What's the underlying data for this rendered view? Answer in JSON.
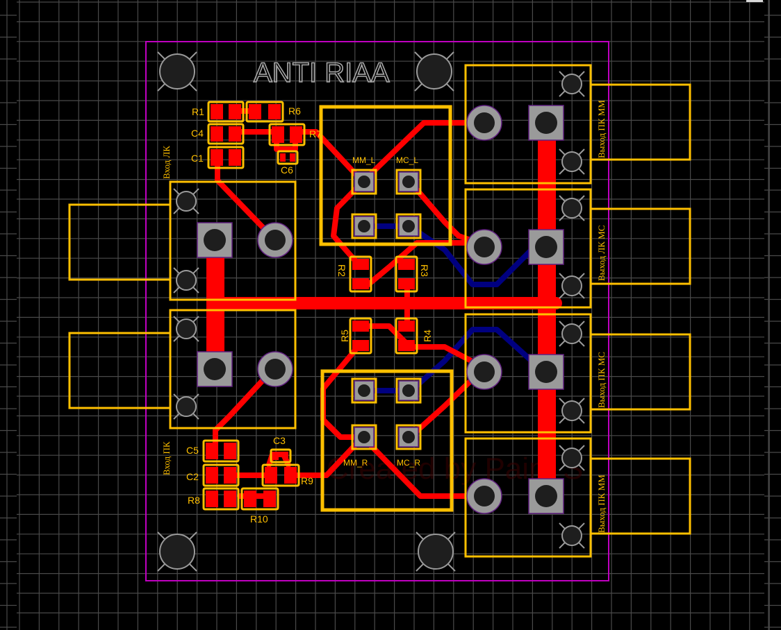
{
  "board": {
    "title": "ANTI RIAA",
    "colors": {
      "background": "#000000",
      "grid": "#4a4a4a",
      "outline": "#c000c0",
      "silkscreen": "#ffc000",
      "top_copper": "#ff0000",
      "bottom_copper": "#000080",
      "pad": "#9a9a9a",
      "hole": "#1e1e1e",
      "mount_hole_ring": "#9a9a9a"
    }
  },
  "connectors": [
    {
      "id": "in-lk",
      "label": "Вход ЛК"
    },
    {
      "id": "in-pk",
      "label": "Вход ПК"
    },
    {
      "id": "out-pk-mm-top",
      "label": "Выход ПК ММ"
    },
    {
      "id": "out-lk-mc",
      "label": "Выход ЛК МС"
    },
    {
      "id": "out-pk-mc",
      "label": "Выход ПК МС"
    },
    {
      "id": "out-pk-mm-bottom",
      "label": "Выход ПК ММ"
    }
  ],
  "relays": [
    {
      "id": "relay-l",
      "pins": [
        "MM_L",
        "MC_L"
      ]
    },
    {
      "id": "relay-r",
      "pins": [
        "MM_R",
        "MC_R"
      ]
    }
  ],
  "components": {
    "R1": "R1",
    "R2": "R2",
    "R3": "R3",
    "R4": "R4",
    "R5": "R5",
    "R6": "R6",
    "R7": "R7",
    "R8": "R8",
    "R9": "R9",
    "R10": "R10",
    "C1": "C1",
    "C2": "C2",
    "C3": "C3",
    "C4": "C4",
    "C5": "C5",
    "C6": "C6"
  },
  "watermark": "Created by Paint S"
}
